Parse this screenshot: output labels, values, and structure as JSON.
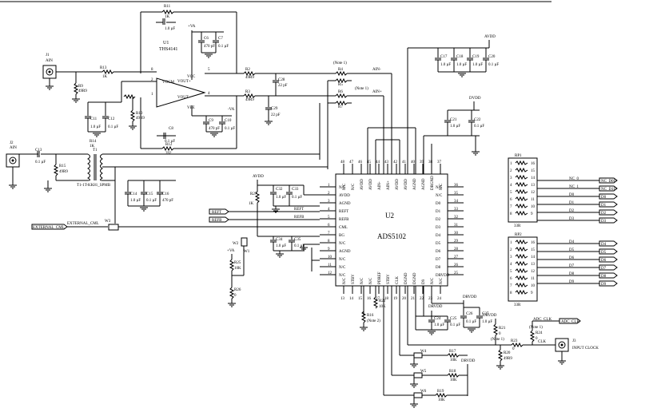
{
  "amp": {
    "ref": "U1",
    "part": "THS4141",
    "pins": {
      "p8": "8",
      "p2": "2",
      "p1": "1",
      "p5": "5",
      "p4": "4",
      "vout": "VOUT+",
      "vocm": "VOCM",
      "voutm": "VOUT-",
      "vcc": "VCC",
      "vee": "VEE"
    }
  },
  "adc": {
    "ref": "U2",
    "part": "ADS5102",
    "left_pins": [
      {
        "num": "1",
        "name": "N/C"
      },
      {
        "num": "2",
        "name": "AVDD"
      },
      {
        "num": "3",
        "name": "AGND"
      },
      {
        "num": "4",
        "name": "REFT"
      },
      {
        "num": "5",
        "name": "REFB"
      },
      {
        "num": "6",
        "name": "CML"
      },
      {
        "num": "7",
        "name": "BG"
      },
      {
        "num": "8",
        "name": "N/C"
      },
      {
        "num": "9",
        "name": "AGND"
      },
      {
        "num": "10",
        "name": "N/C"
      },
      {
        "num": "11",
        "name": "N/C"
      },
      {
        "num": "12",
        "name": "N/C"
      }
    ],
    "right_pins": [
      {
        "num": "36",
        "name": "N/C"
      },
      {
        "num": "35",
        "name": "N/C"
      },
      {
        "num": "34",
        "name": "D0"
      },
      {
        "num": "33",
        "name": "D1"
      },
      {
        "num": "32",
        "name": "D2"
      },
      {
        "num": "31",
        "name": "D3"
      },
      {
        "num": "30",
        "name": "D4"
      },
      {
        "num": "29",
        "name": "D5"
      },
      {
        "num": "28",
        "name": "D6"
      },
      {
        "num": "27",
        "name": "D7"
      },
      {
        "num": "26",
        "name": "D8"
      },
      {
        "num": "25",
        "name": "DRVDD"
      }
    ],
    "top_pins": [
      {
        "num": "48",
        "name": "N/C"
      },
      {
        "num": "47",
        "name": "N/C"
      },
      {
        "num": "46",
        "name": "AVDD"
      },
      {
        "num": "45",
        "name": "AVDD"
      },
      {
        "num": "44",
        "name": "AIN-"
      },
      {
        "num": "43",
        "name": "AIN+"
      },
      {
        "num": "42",
        "name": "AVDD"
      },
      {
        "num": "41",
        "name": "AVDD"
      },
      {
        "num": "40",
        "name": "AGND"
      },
      {
        "num": "39",
        "name": "AGND"
      },
      {
        "num": "38",
        "name": "DRGND"
      },
      {
        "num": "37",
        "name": "N/C"
      }
    ],
    "bottom_pins": [
      {
        "num": "13",
        "name": "N/C"
      },
      {
        "num": "14",
        "name": "STBY"
      },
      {
        "num": "15",
        "name": "N/C"
      },
      {
        "num": "16",
        "name": "N/C"
      },
      {
        "num": "17",
        "name": "PDREF"
      },
      {
        "num": "18",
        "name": "STBY"
      },
      {
        "num": "19",
        "name": "CLK"
      },
      {
        "num": "20",
        "name": "DGND"
      },
      {
        "num": "21",
        "name": "DGND"
      },
      {
        "num": "22",
        "name": "D9"
      },
      {
        "num": "23",
        "name": "N/C"
      },
      {
        "num": "24",
        "name": "N/C"
      }
    ]
  },
  "connectors": {
    "j1": "J1",
    "j1_label": "AIN",
    "j2": "J2",
    "j2_label": "AIN",
    "j3": "J3",
    "j3_label": "INPUT CLOCK"
  },
  "transformer": {
    "ref": "T1",
    "part": "T1-1T-KK81_SPMB"
  },
  "rp1": {
    "ref": "RP1",
    "left": [
      "1",
      "2",
      "3",
      "4",
      "5",
      "6",
      "7",
      "8"
    ],
    "right": [
      "16",
      "15",
      "14",
      "13",
      "12",
      "11",
      "10",
      "9"
    ],
    "val": "33R"
  },
  "rp2": {
    "ref": "RP2",
    "left": [
      "1",
      "2",
      "3",
      "4",
      "5",
      "6",
      "7",
      "8"
    ],
    "right": [
      "16",
      "15",
      "14",
      "13",
      "12",
      "11",
      "10",
      "9"
    ],
    "val": "33R"
  },
  "out1": [
    {
      "net": "NC_0",
      "tag": "NC_D0D"
    },
    {
      "net": "NC_1",
      "tag": "NC_D1D"
    },
    {
      "net": "D0",
      "tag": "D0"
    },
    {
      "net": "D1",
      "tag": "D1"
    },
    {
      "net": "D2",
      "tag": "D2"
    },
    {
      "net": "D3",
      "tag": "D3"
    }
  ],
  "out2": [
    {
      "net": "D4",
      "tag": "D4"
    },
    {
      "net": "D5",
      "tag": "D5"
    },
    {
      "net": "D6",
      "tag": "D6"
    },
    {
      "net": "D7",
      "tag": "D7"
    },
    {
      "net": "D8",
      "tag": "D8"
    },
    {
      "net": "D9",
      "tag": "D9"
    }
  ],
  "power": {
    "vsa": "+VA",
    "vsam": "-VA",
    "avdd": "AVDD",
    "dvdd": "DVDD",
    "drvdd": "DRVDD"
  },
  "offpage": {
    "reft": "REFT",
    "refb": "REFB",
    "cml": "EXTERNAL_CML",
    "cml_net": "EXTERNAL_CML",
    "adc_clk": "ADC_CLK",
    "clk": "CLK"
  },
  "resistors": {
    "r13": "R13",
    "r13v": "1K",
    "r9": "R9",
    "r9v": "49R9",
    "r10": "R10",
    "r10v": "49R9",
    "r2": "R2",
    "r2v": "49R9",
    "r3": "R3",
    "r3v": "49R9",
    "r4": "R4",
    "r4v": "0",
    "r5": "R5",
    "r5v": "0",
    "r6": "R6",
    "r6v": "0",
    "r7": "R7",
    "r7v": "0",
    "r11": "R11",
    "r11v": "1K",
    "r12": "R12",
    "r12v": "392",
    "r14": "R14",
    "r14v": "1K",
    "r15": "R15",
    "r15v": "49R9",
    "r16": "R16",
    "r16v": "0",
    "r17": "R17",
    "r17v": "10K",
    "r18": "R18",
    "r18v": "10K",
    "r19": "R19",
    "r19v": "10K",
    "r20": "R20",
    "r20v": "49R9",
    "r21": "R21",
    "r21v": "0",
    "r22": "R22",
    "r22v": "10K",
    "r23": "R23",
    "r23v": "0",
    "r24": "R24",
    "r24v": "0",
    "r25": "R25",
    "r25v": "10K",
    "r26": "R26",
    "r26v": "0",
    "r27": "R27",
    "r27v": "1K"
  },
  "caps": {
    "c5": "C5",
    "c5v": "1.0 µF",
    "c6": "C6",
    "c6v": "470 pF",
    "c7": "C7",
    "c7v": "0.1 µF",
    "c8": "C8",
    "c8v": "0.1 µF",
    "c9": "C9",
    "c9v": "470 pF",
    "c10": "C10",
    "c10v": "0.1 µF",
    "c11": "C11",
    "c11v": "1.0 µF",
    "c12": "C12",
    "c12v": "0.1 µF",
    "c13": "C13",
    "c13v": "0.1 µF",
    "c14": "C14",
    "c14v": "1.0 µF",
    "c15": "C15",
    "c15v": "0.1 µF",
    "c16": "C16",
    "c16v": "470 pF",
    "c17": "C17",
    "c17v": "1.0 µF",
    "c18": "C18",
    "c18v": "1.0 µF",
    "c19": "C19",
    "c19v": "1.0 µF",
    "c20": "C20",
    "c20v": "0.1 µF",
    "c21": "C21",
    "c21v": "1.0 µF",
    "c22": "C22",
    "c22v": "0.1 µF",
    "c23": "C23",
    "c23v": "0.1 µF",
    "c24": "C24",
    "c24v": "1.0 µF",
    "c25": "C25",
    "c25v": "0.1 µF",
    "c26": "C26",
    "c26v": "0.1 µF",
    "c27": "C27",
    "c27v": "1.0 µF",
    "c28": "C28",
    "c28v": "22 pF",
    "c29": "C29",
    "c29v": "22 pF",
    "c30": "C30",
    "c30v": "0.1 µF",
    "c31": "C31",
    "c31v": "0.1 µF",
    "c32": "C32",
    "c32v": "1.0 µF",
    "c33": "C33",
    "c33v": "0.1 µF",
    "c34": "C34",
    "c34v": "1.0 µF",
    "c35": "C35",
    "c35v": "0.1 µF",
    "c36": "C36",
    "c36v": "1.0 µF"
  },
  "notes": {
    "n1": "(Note 1)",
    "n2": "(Note 1)",
    "n3": "(Note 2)",
    "n4": "(Note 1)",
    "n5": "(Note 1)"
  },
  "jumpers": {
    "w1": "W1",
    "w2": "W2",
    "w3": "W3",
    "w4": "W4",
    "w5": "W5",
    "w6": "W6"
  },
  "nets": {
    "ain_p": "AIN+",
    "ain_n": "AIN-",
    "ain2": "AIN"
  }
}
